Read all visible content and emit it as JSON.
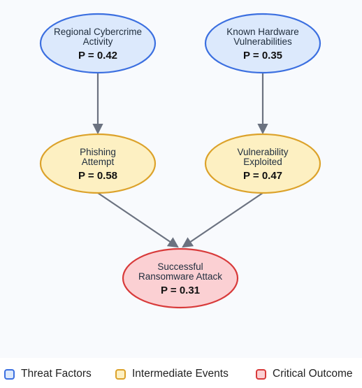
{
  "diagram": {
    "nodes": [
      {
        "id": "regional_cybercrime",
        "label_lines": [
          "Regional Cybercrime",
          "Activity"
        ],
        "probability": "P = 0.42",
        "category": "threat"
      },
      {
        "id": "known_hardware",
        "label_lines": [
          "Known Hardware",
          "Vulnerabilities"
        ],
        "probability": "P = 0.35",
        "category": "threat"
      },
      {
        "id": "phishing_attempt",
        "label_lines": [
          "Phishing",
          "Attempt"
        ],
        "probability": "P = 0.58",
        "category": "intermediate"
      },
      {
        "id": "vulnerability_exploited",
        "label_lines": [
          "Vulnerability",
          "Exploited"
        ],
        "probability": "P = 0.47",
        "category": "intermediate"
      },
      {
        "id": "successful_ransomware",
        "label_lines": [
          "Successful",
          "Ransomware Attack"
        ],
        "probability": "P = 0.31",
        "category": "critical"
      }
    ],
    "edges": [
      {
        "from": "regional_cybercrime",
        "to": "phishing_attempt"
      },
      {
        "from": "known_hardware",
        "to": "vulnerability_exploited"
      },
      {
        "from": "phishing_attempt",
        "to": "successful_ransomware"
      },
      {
        "from": "vulnerability_exploited",
        "to": "successful_ransomware"
      }
    ]
  },
  "categories": {
    "threat": {
      "fill": "#dce9fc",
      "stroke": "#3b6fe0"
    },
    "intermediate": {
      "fill": "#fdf0c2",
      "stroke": "#dca22a"
    },
    "critical": {
      "fill": "#fbd0d3",
      "stroke": "#d83a3a"
    }
  },
  "edge_color": "#6b7280",
  "legend": {
    "items": [
      {
        "label": "Threat Factors",
        "category": "threat"
      },
      {
        "label": "Intermediate Events",
        "category": "intermediate"
      },
      {
        "label": "Critical Outcome",
        "category": "critical"
      }
    ]
  }
}
